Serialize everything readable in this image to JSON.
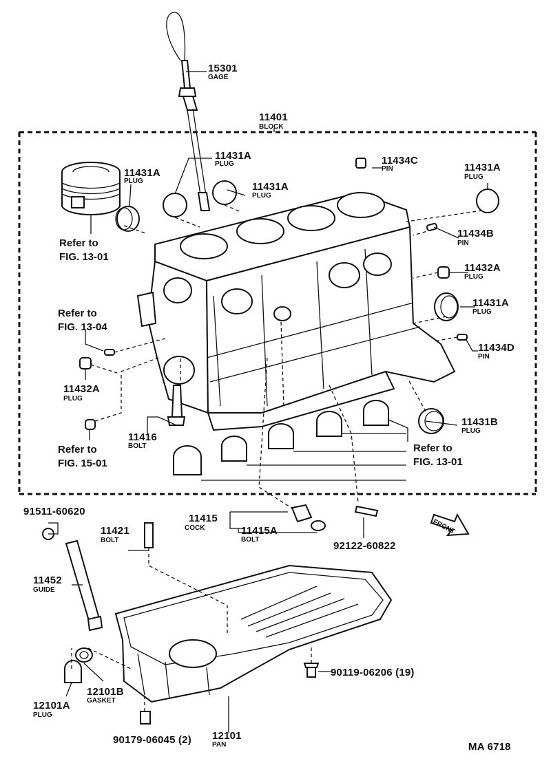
{
  "diagram_code": "MA 6718",
  "parts": [
    {
      "number": "15301",
      "name": "GAGE"
    },
    {
      "number": "11401",
      "name": "BLOCK"
    },
    {
      "number": "11431A",
      "name": "PLUG"
    },
    {
      "number": "11431A",
      "name": "PLUG"
    },
    {
      "number": "11431A",
      "name": "PLUG"
    },
    {
      "number": "11434C",
      "name": "PIN"
    },
    {
      "number": "11431A",
      "name": "PLUG"
    },
    {
      "number": "11434B",
      "name": "PIN"
    },
    {
      "number": "11432A",
      "name": "PLUG"
    },
    {
      "number": "11431A",
      "name": "PLUG"
    },
    {
      "number": "11434D",
      "name": "PIN"
    },
    {
      "number": "11432A",
      "name": "PLUG"
    },
    {
      "number": "11416",
      "name": "BOLT"
    },
    {
      "number": "11431B",
      "name": "PLUG"
    },
    {
      "number": "11415",
      "name": "COCK"
    },
    {
      "number": "11415A",
      "name": "BOLT"
    },
    {
      "number": "92122-60822",
      "name": ""
    },
    {
      "number": "91511-60620",
      "name": ""
    },
    {
      "number": "11421",
      "name": "BOLT"
    },
    {
      "number": "11452",
      "name": "GUIDE"
    },
    {
      "number": "12101B",
      "name": "GASKET"
    },
    {
      "number": "12101A",
      "name": "PLUG"
    },
    {
      "number": "90119-06206 (19)",
      "name": ""
    },
    {
      "number": "90179-06045 (2)",
      "name": ""
    },
    {
      "number": "12101",
      "name": "PAN"
    }
  ],
  "references": [
    {
      "line1": "Refer to",
      "line2": "FIG. 13-01"
    },
    {
      "line1": "Refer to",
      "line2": "FIG. 13-04"
    },
    {
      "line1": "Refer to",
      "line2": "FIG. 15-01"
    },
    {
      "line1": "Refer to",
      "line2": "FIG. 13-01"
    }
  ],
  "front_marker": "FRONT"
}
